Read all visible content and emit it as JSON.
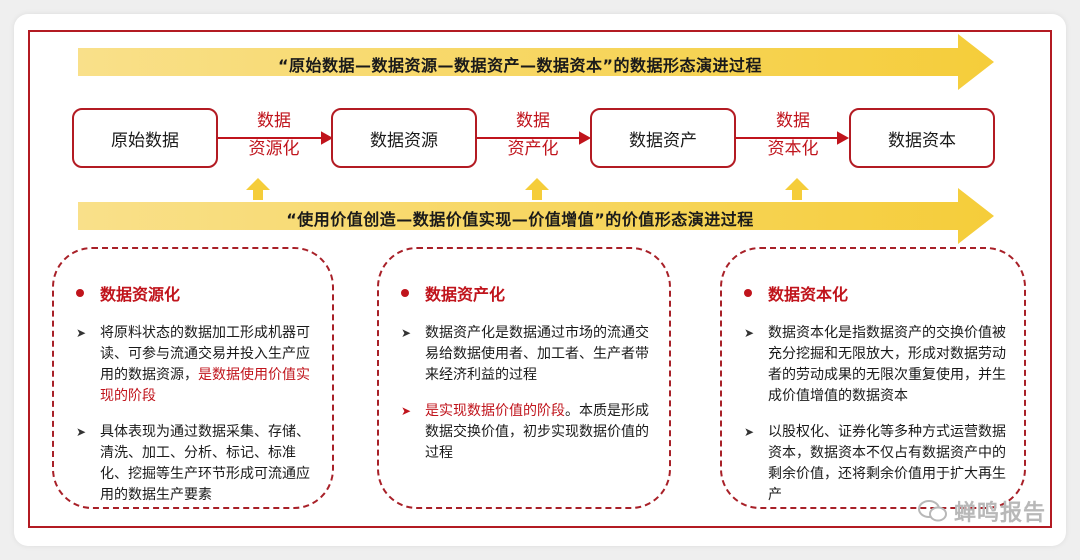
{
  "banners": {
    "top": "“原始数据—数据资源—数据资产—数据资本”的数据形态演进过程",
    "bottom": "“使用价值创造—数据价值实现—价值增值”的价值形态演进过程"
  },
  "stages": [
    "原始数据",
    "数据资源",
    "数据资产",
    "数据资本"
  ],
  "transitions": [
    {
      "line1": "数据",
      "line2": "资源化"
    },
    {
      "line1": "数据",
      "line2": "资产化"
    },
    {
      "line1": "数据",
      "line2": "资本化"
    }
  ],
  "panels": [
    {
      "title": "数据资源化",
      "bullets": [
        {
          "text": "将原料状态的数据加工形成机器可读、可参与流通交易并投入生产应用的数据资源，",
          "highlight": "是数据使用价值实现的阶段"
        },
        {
          "text": "具体表现为通过数据采集、存储、清洗、加工、分析、标记、标准化、挖掘等生产环节形成可流通应用的数据生产要素",
          "highlight": ""
        }
      ]
    },
    {
      "title": "数据资产化",
      "bullets": [
        {
          "text": "数据资产化是数据通过市场的流通交易给数据使用者、加工者、生产者带来经济利益的过程",
          "highlight": ""
        },
        {
          "highlight_lead": "是实现数据价值的阶段",
          "text": "。本质是形成数据交换价值，初步实现数据价值的过程"
        }
      ]
    },
    {
      "title": "数据资本化",
      "bullets": [
        {
          "text": "数据资本化是指数据资产的交换价值被充分挖掘和无限放大，形成对数据劳动者的劳动成果的无限次重复使用，并生成价值增值的数据资本",
          "highlight": ""
        },
        {
          "text": "以股权化、证券化等多种方式运营数据资本，数据资本不仅占有数据资产中的剩余价值，还将剩余价值用于扩大再生产",
          "highlight": ""
        }
      ]
    }
  ],
  "watermark": "蝉鸣报告",
  "colors": {
    "accent": "#c0141c",
    "arrow": "#f7d24a",
    "border": "#b31b23"
  }
}
